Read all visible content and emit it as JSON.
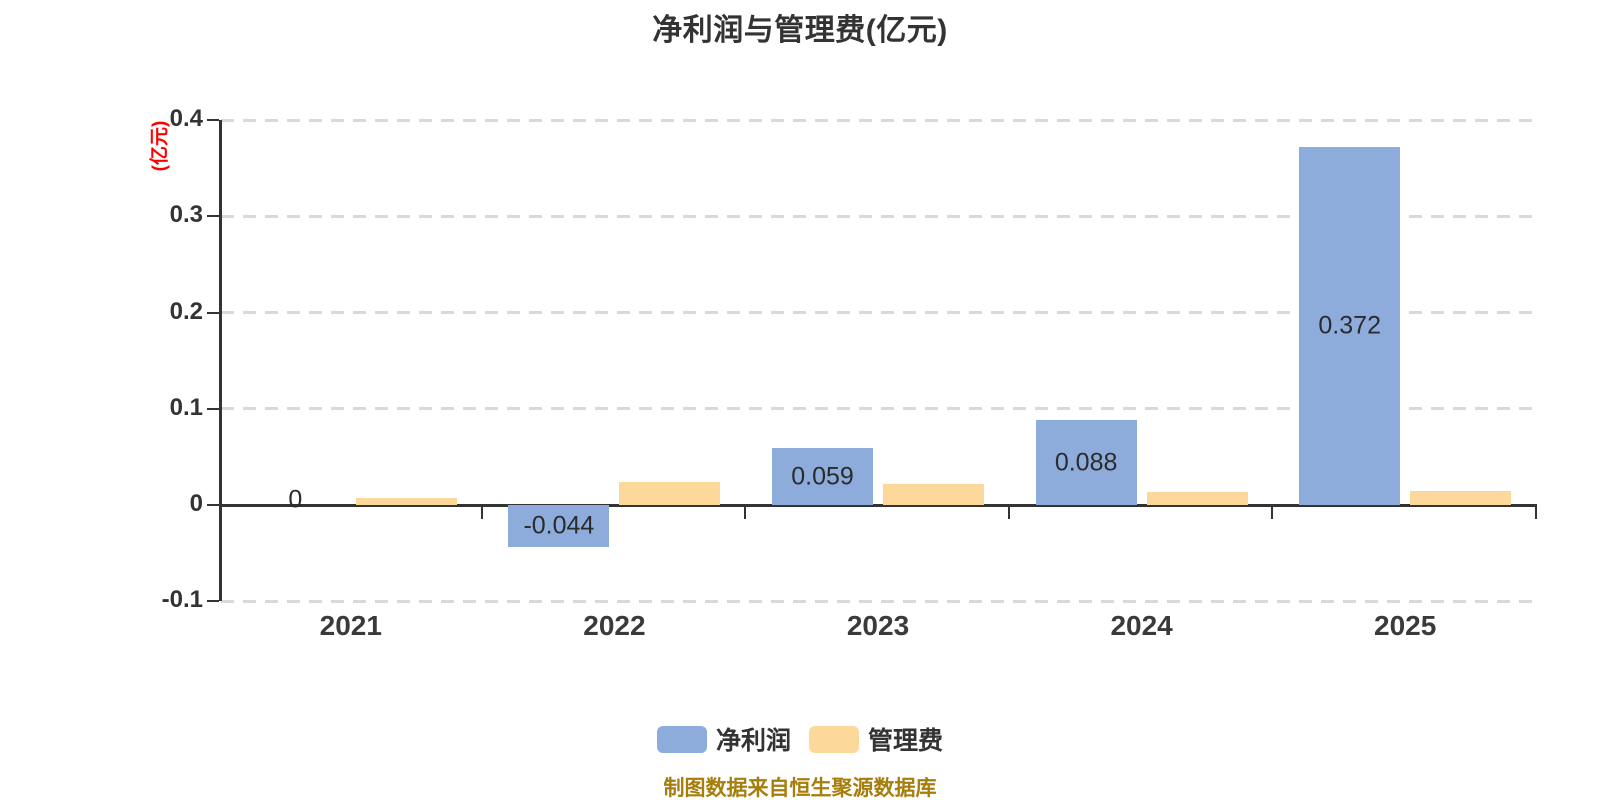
{
  "title": "净利润与管理费(亿元)",
  "y_axis": {
    "unit_label": "(亿元)",
    "tick_labels": [
      "0.4",
      "0.3",
      "0.2",
      "0.1",
      "0",
      "-0.1"
    ]
  },
  "caption": "制图数据来自恒生聚源数据库",
  "colors": {
    "net_profit_bar": "#8EACDB",
    "management_fee_bar": "#FDD89B",
    "axis_and_text": "#333333",
    "grid_line": "#D9D9D9",
    "unit_label_red": "#FF0000",
    "caption_gold": "#A57E0B"
  },
  "chart_data": {
    "type": "bar",
    "title": "净利润与管理费(亿元)",
    "categories": [
      "2021",
      "2022",
      "2023",
      "2024",
      "2025"
    ],
    "series": [
      {
        "name": "净利润",
        "color": "#8EACDB",
        "values": [
          0,
          -0.044,
          0.059,
          0.088,
          0.372
        ],
        "data_labels": [
          "0",
          "-0.044",
          "0.059",
          "0.088",
          "0.372"
        ]
      },
      {
        "name": "管理费",
        "color": "#FDD89B",
        "values": [
          0.007,
          0.024,
          0.022,
          0.014,
          0.015
        ],
        "data_labels": null
      }
    ],
    "xlabel": "",
    "ylabel": "(亿元)",
    "ylim": [
      -0.1,
      0.4
    ],
    "yticks": [
      0.4,
      0.3,
      0.2,
      0.1,
      0,
      -0.1
    ],
    "grid": {
      "horizontal": true,
      "style": "dashed"
    },
    "legend_position": "bottom",
    "source_note": "制图数据来自恒生聚源数据库"
  }
}
